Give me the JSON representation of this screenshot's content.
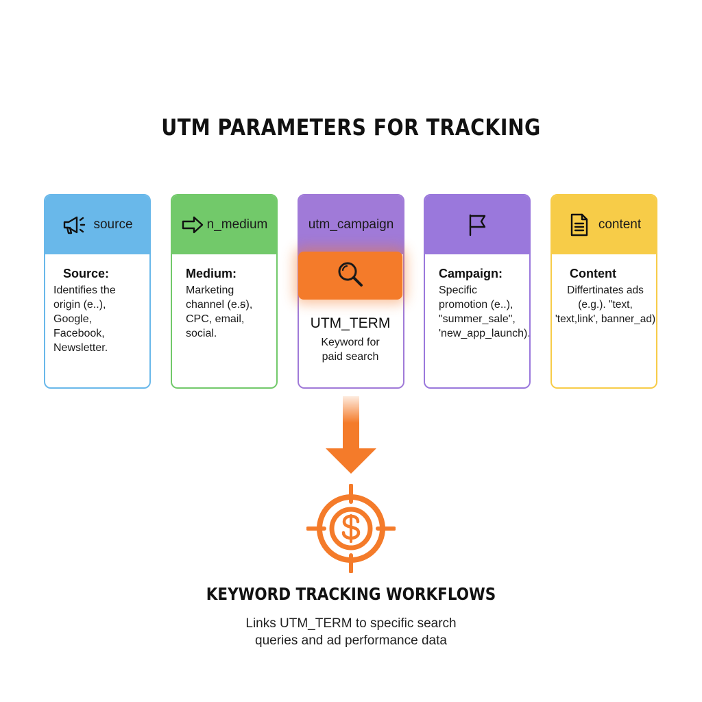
{
  "title": "UTM PARAMETERS FOR TRACKING",
  "colors": {
    "source": "#69b8ea",
    "medium": "#72c96a",
    "campaign": "#a07ad8",
    "campaign_flag": "#9a78dc",
    "content": "#f7cc48",
    "term": "#f47b2a"
  },
  "cards": {
    "source": {
      "icon": "megaphone-icon",
      "label": "source",
      "heading": "Source:",
      "desc": "Identifies the\norigin (e..),\nGoogle, Facebook,\nNewsletter."
    },
    "medium": {
      "icon": "arrow-right-icon",
      "label": "n_medium",
      "heading": "Medium:",
      "desc": "Marketing\nchannel (e.ꞩ),\nCPC, email, social."
    },
    "campaign": {
      "label": "utm_campaign"
    },
    "campaign_flag": {
      "icon": "flag-icon",
      "heading": "Campaign:",
      "desc": "Specific\npromotion (e..),\n\"summer_sale\",\n'new_app_launch)."
    },
    "content": {
      "icon": "document-icon",
      "label": "content",
      "heading": "Content",
      "desc": "Differtinates ads\n(e.g.). \"text,\n'text,link', banner_ad)"
    }
  },
  "term": {
    "icon": "search-icon",
    "title": "UTM_TERM",
    "desc": "Keyword for\npaid search"
  },
  "workflow": {
    "icon": "target-dollar-icon",
    "title": "KEYWORD TRACKING WORKFLOWS",
    "desc": "Links UTM_TERM to specific search\nqueries and ad performance data"
  }
}
